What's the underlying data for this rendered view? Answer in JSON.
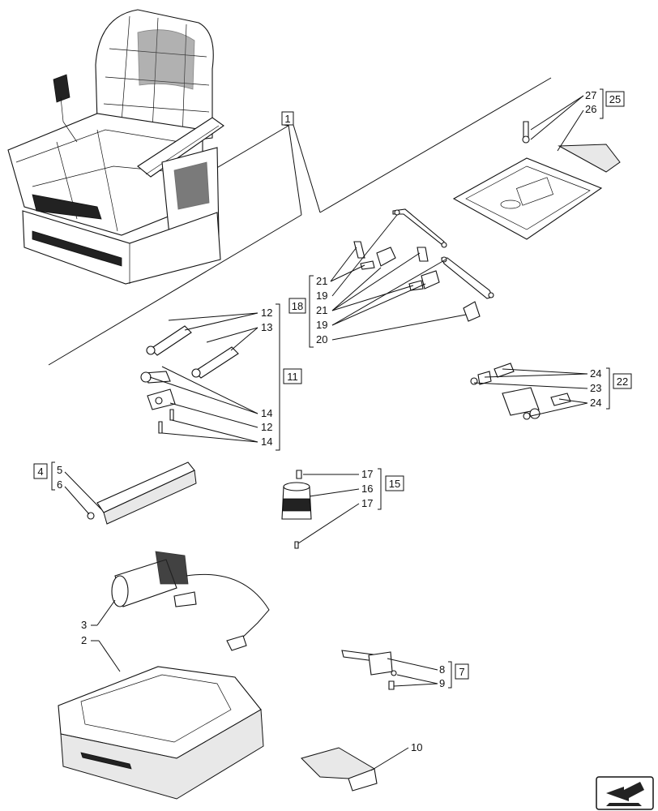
{
  "callouts": {
    "c1": "1",
    "c2": "2",
    "c3": "3",
    "c4": "4",
    "c5": "5",
    "c6": "6",
    "c7": "7",
    "c8": "8",
    "c9": "9",
    "c10": "10",
    "c11": "11",
    "c12a": "12",
    "c12b": "12",
    "c13": "13",
    "c14a": "14",
    "c14b": "14",
    "c15": "15",
    "c16": "16",
    "c17a": "17",
    "c17b": "17",
    "c18": "18",
    "c19a": "19",
    "c19b": "19",
    "c20": "20",
    "c21a": "21",
    "c21b": "21",
    "c22": "22",
    "c23": "23",
    "c24a": "24",
    "c24b": "24",
    "c25": "25",
    "c26": "26",
    "c27": "27"
  }
}
